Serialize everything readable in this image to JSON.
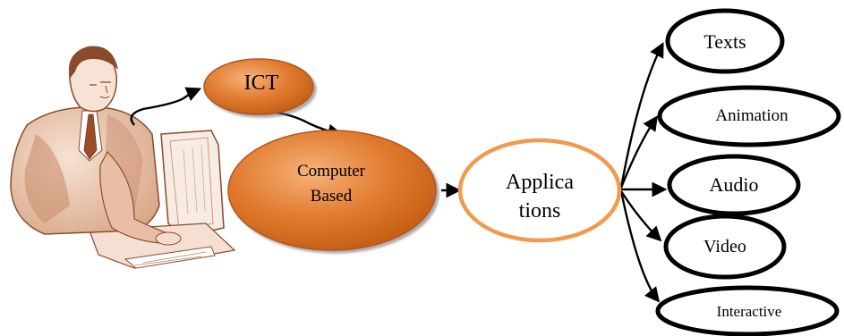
{
  "diagram": {
    "nodes": {
      "ict": "ICT",
      "computer_based": [
        "Computer",
        "Based"
      ],
      "applications": [
        "Applica",
        "tions"
      ],
      "texts": "Texts",
      "animation": "Animation",
      "audio": "Audio",
      "video": "Video",
      "interactive": "Interactive"
    },
    "edges": [
      [
        "person-clipart",
        "ict"
      ],
      [
        "ict",
        "computer_based"
      ],
      [
        "computer_based",
        "applications"
      ],
      [
        "applications",
        "texts"
      ],
      [
        "applications",
        "animation"
      ],
      [
        "applications",
        "audio"
      ],
      [
        "applications",
        "video"
      ],
      [
        "applications",
        "interactive"
      ]
    ],
    "colors": {
      "orange_fill": "#d86b1e",
      "orange_light": "#f4a460",
      "orange_outline": "#f19a4d",
      "black": "#000000",
      "clipart_brown": "#8a4b2a"
    }
  }
}
